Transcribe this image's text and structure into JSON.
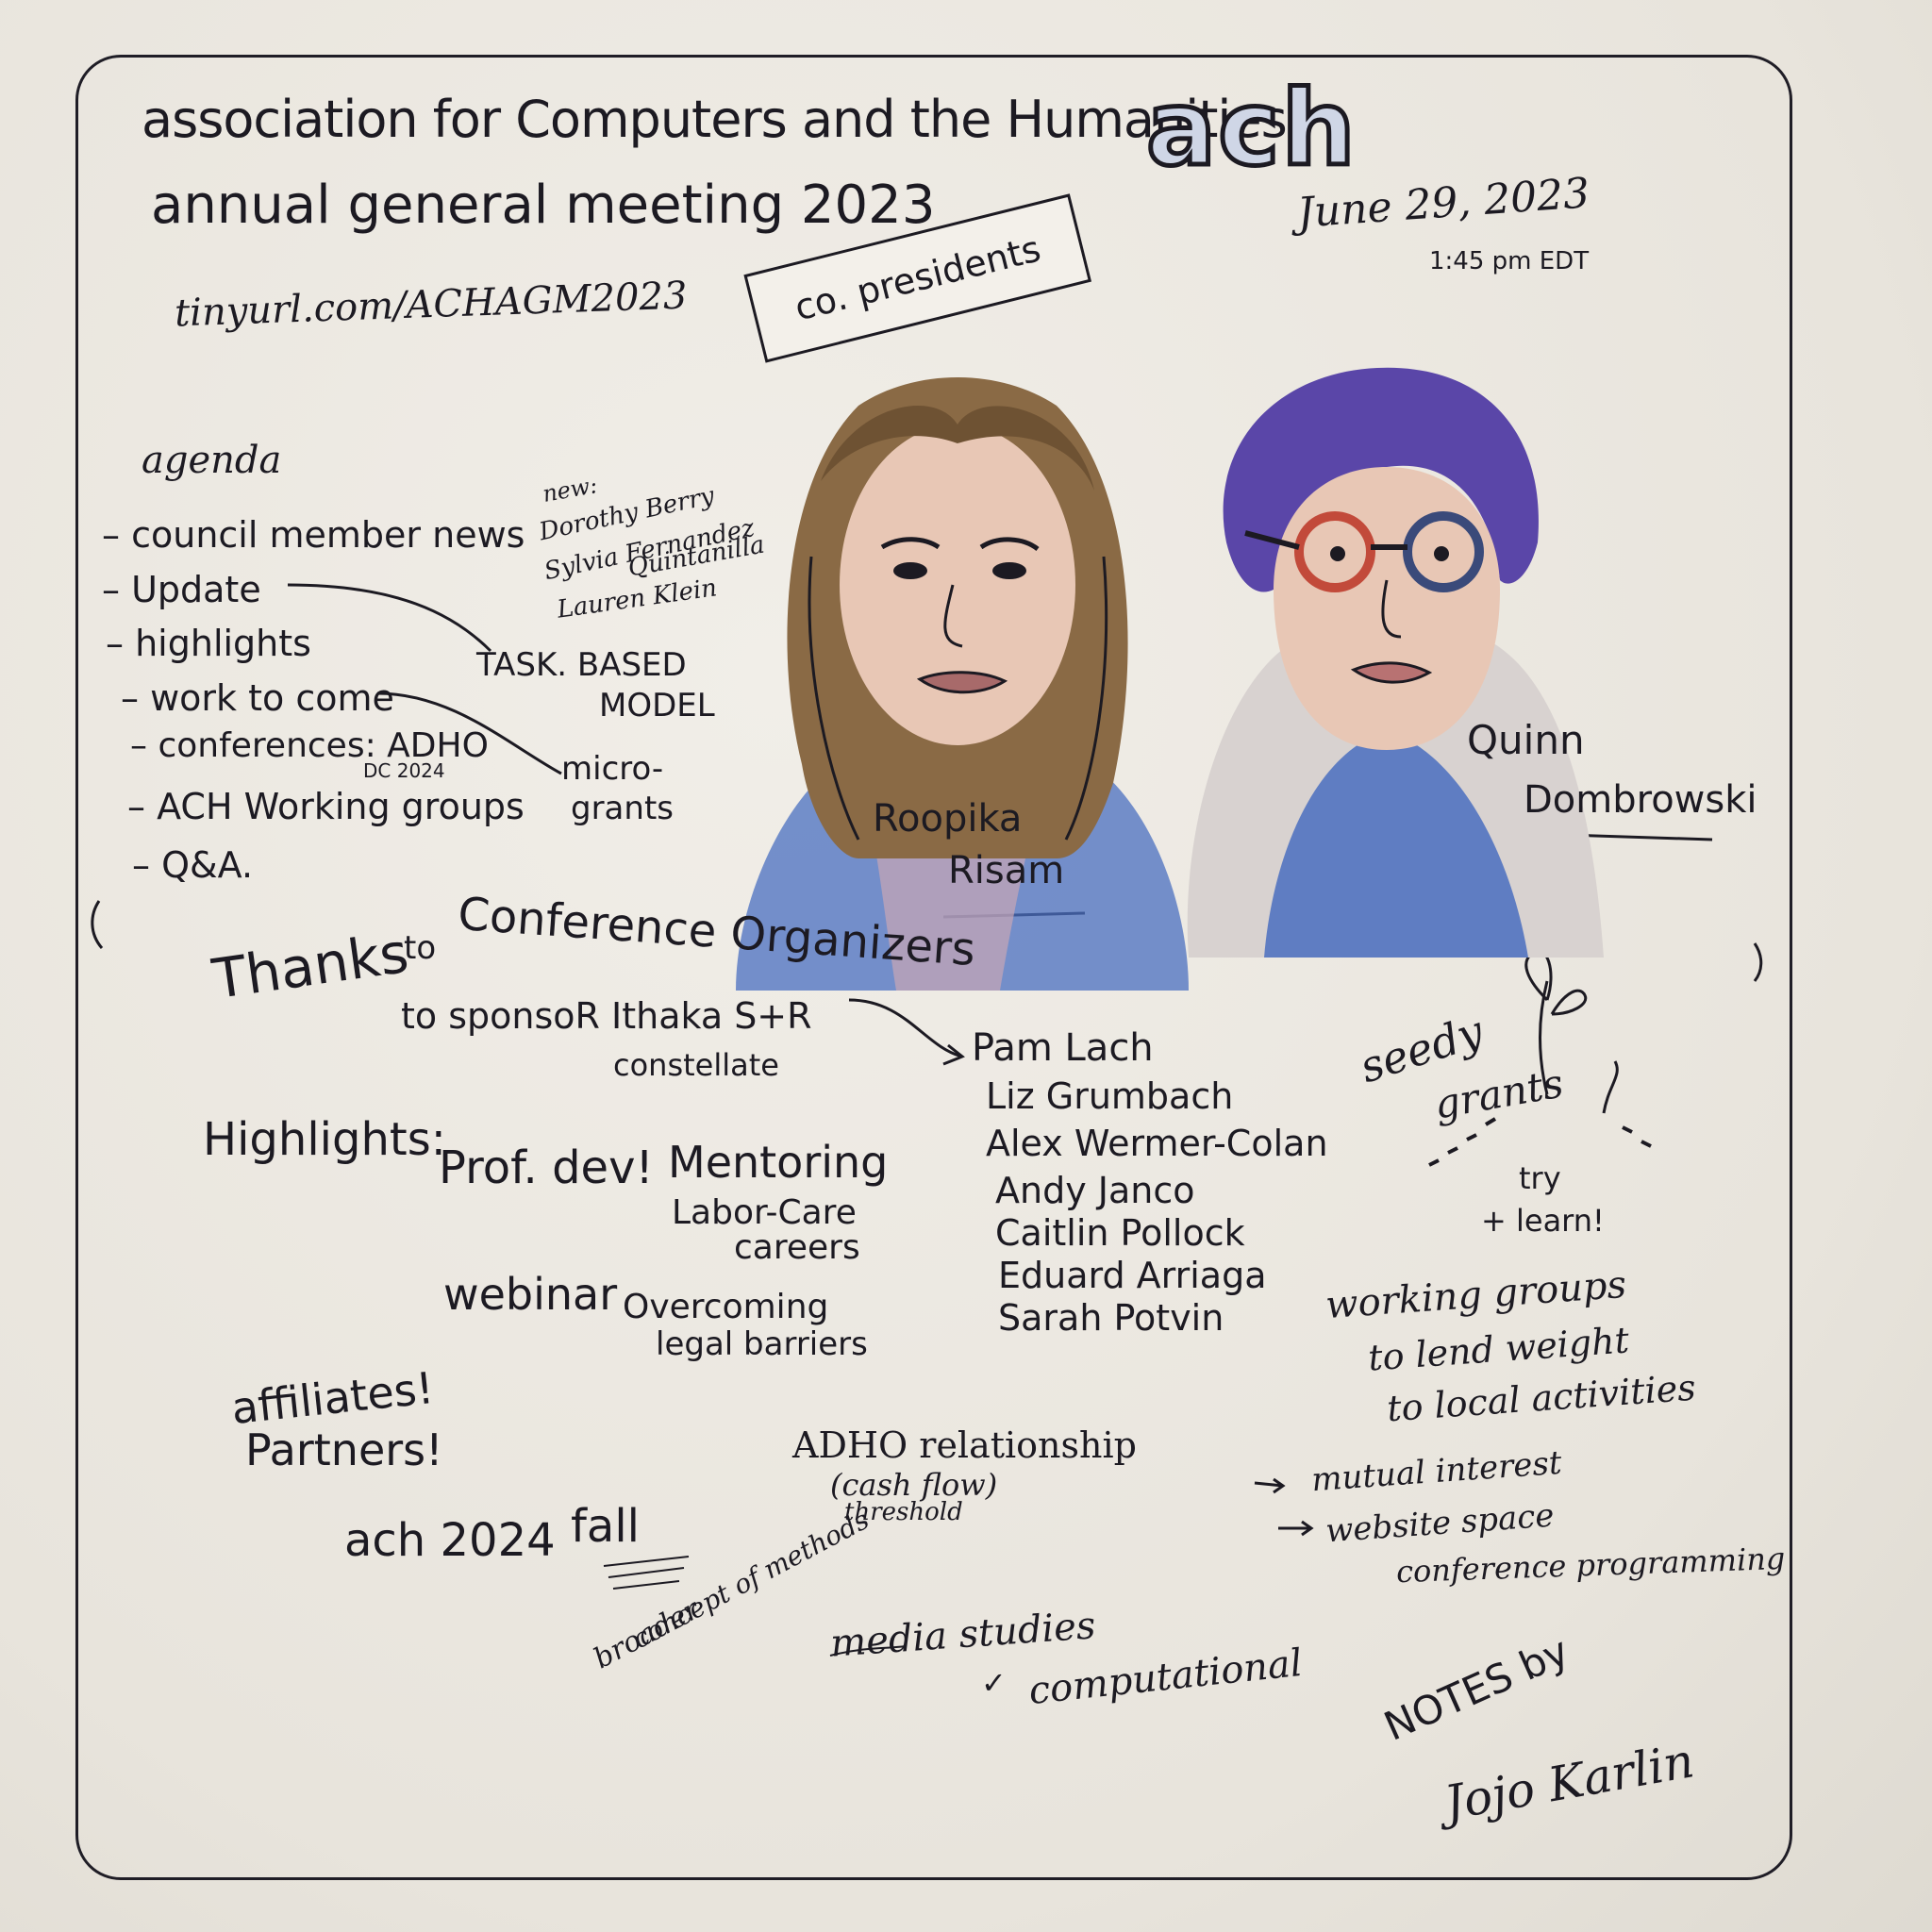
{
  "header": {
    "org_name": "association for Computers and the Humanities",
    "logo_text": "ach",
    "meeting_title": "annual general meeting 2023",
    "date": "June 29, 2023",
    "time": "1:45 pm EDT",
    "url": "tinyurl.com/ACHAGM2023"
  },
  "banner": {
    "label": "co. presidents"
  },
  "agenda": {
    "heading": "agenda",
    "items": [
      "council member news",
      "Update",
      "highlights",
      "work to come",
      "conferences: ADHO",
      "ACH Working groups",
      "Q&A."
    ],
    "conference_note": "DC 2024"
  },
  "new_members": {
    "label": "new:",
    "names": [
      "Dorothy Berry",
      "Sylvia Fernandez",
      "Quintanilla",
      "Lauren Klein"
    ]
  },
  "annotations": {
    "task_based": "TASK. BASED",
    "model": "MODEL",
    "micro": "micro-",
    "grants": "grants"
  },
  "presidents": {
    "left_first": "Roopika",
    "left_last": "Risam",
    "right_first": "Quinn",
    "right_last": "Dombrowski"
  },
  "thanks": {
    "line1_a": "Thanks",
    "line1_b": "to",
    "line1_c": "Conference Organizers",
    "sponsor": "to sponsoR Ithaka S+R",
    "constellate": "constellate"
  },
  "organizers": [
    "Pam Lach",
    "Liz Grumbach",
    "Alex Wermer-Colan",
    "Andy Janco",
    "Caitlin Pollock",
    "Eduard Arriaga",
    "Sarah Potvin"
  ],
  "highlights": {
    "heading": "Highlights:",
    "prof_dev": "Prof. dev!",
    "mentoring": "Mentoring",
    "labor_care": "Labor-Care",
    "careers": "careers",
    "webinar": "webinar",
    "overcoming": "Overcoming",
    "legal": "legal barriers"
  },
  "seedy": {
    "seedy": "seedy",
    "grants": "grants",
    "try": "try",
    "learn": "+ learn!"
  },
  "working_groups": {
    "line1": "working groups",
    "line2": "to lend weight",
    "line3": "to local activities",
    "bullet1": "mutual interest",
    "bullet2": "website space",
    "bullet3": "conference programming"
  },
  "affiliates": {
    "line1": "affiliates!",
    "line2": "Partners!"
  },
  "ach2024": {
    "text": "ach 2024",
    "fall": "fall"
  },
  "adho": {
    "line1": "ADHO relationship",
    "line2": "(cash flow)",
    "line3": "threshold"
  },
  "broader": {
    "line1": "broader",
    "line2": "concept of methods"
  },
  "media": {
    "line1": "media studies",
    "line2": "computational",
    "check": "✓"
  },
  "credit": {
    "line1": "NOTES by",
    "line2": "Jojo Karlin"
  },
  "colors": {
    "ink": "#1c1a22",
    "hair_brown": "#8a6a45",
    "hair_purple": "#5a46a8",
    "shirt_blue": "#4a6fc0",
    "skin": "#e8c7b5"
  }
}
